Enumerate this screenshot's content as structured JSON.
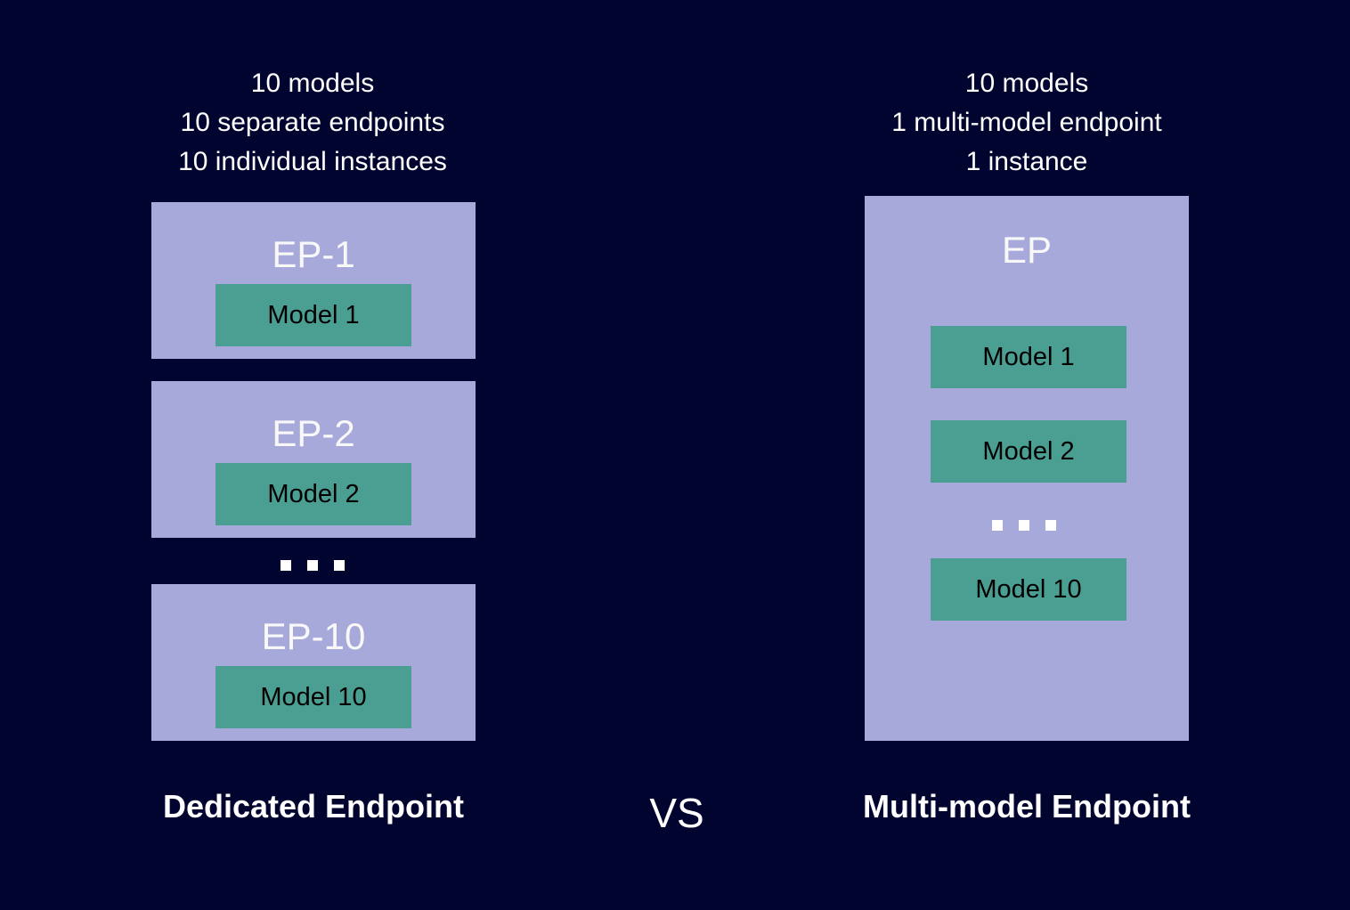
{
  "colors": {
    "background": "#020430",
    "panel": "#a8a9db",
    "model": "#4a9e92",
    "text_light": "#ffffff",
    "text_dark": "#000000"
  },
  "left": {
    "header_lines": [
      "10 models",
      "10 separate endpoints",
      "10 individual instances"
    ],
    "endpoints": [
      {
        "title": "EP-1",
        "model": "Model 1"
      },
      {
        "title": "EP-2",
        "model": "Model 2"
      },
      {
        "title": "EP-10",
        "model": "Model 10"
      }
    ],
    "ellipsis": "...",
    "label": "Dedicated Endpoint"
  },
  "divider": {
    "vs_label": "VS"
  },
  "right": {
    "header_lines": [
      "10 models",
      "1 multi-model endpoint",
      "1 instance"
    ],
    "endpoint_title": "EP",
    "models": [
      "Model 1",
      "Model 2",
      "Model 10"
    ],
    "ellipsis": "...",
    "label": "Multi-model Endpoint"
  }
}
